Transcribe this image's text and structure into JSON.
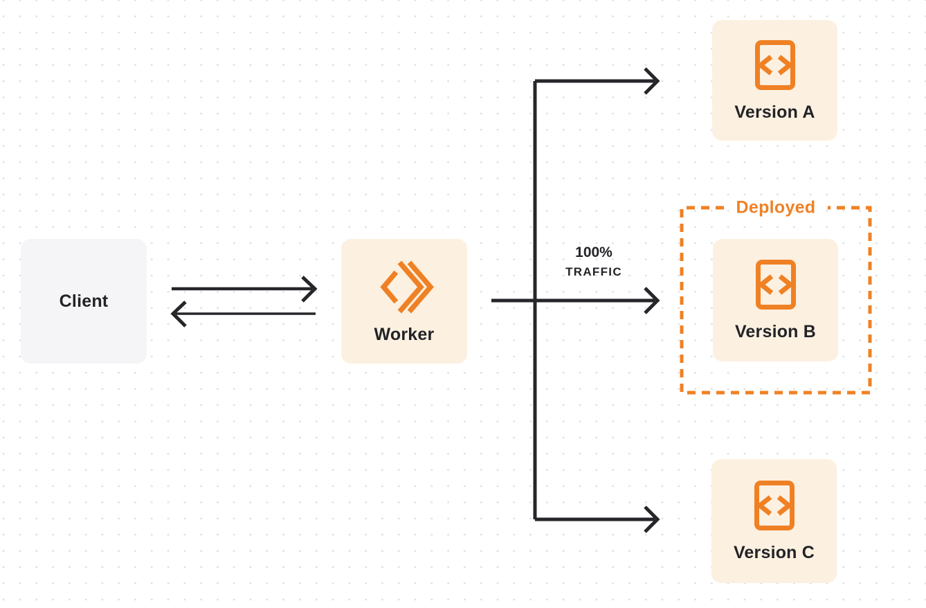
{
  "colors": {
    "accent_orange": "#EF8124",
    "box_cream": "#FCF0E1",
    "box_gray": "#F5F5F7",
    "ink": "#222327",
    "dot": "#E0E0E2",
    "canvas_bg": "#FFFFFF"
  },
  "nodes": {
    "client": {
      "label": "Client"
    },
    "worker": {
      "label": "Worker",
      "icon": "cloudflare-workers-icon"
    },
    "version_a": {
      "label": "Version A",
      "icon": "code-file-icon"
    },
    "version_b": {
      "label": "Version B",
      "icon": "code-file-icon"
    },
    "version_c": {
      "label": "Version C",
      "icon": "code-file-icon"
    }
  },
  "annotations": {
    "deployed_label": "Deployed",
    "traffic_percent": "100%",
    "traffic_word": "TRAFFIC"
  }
}
